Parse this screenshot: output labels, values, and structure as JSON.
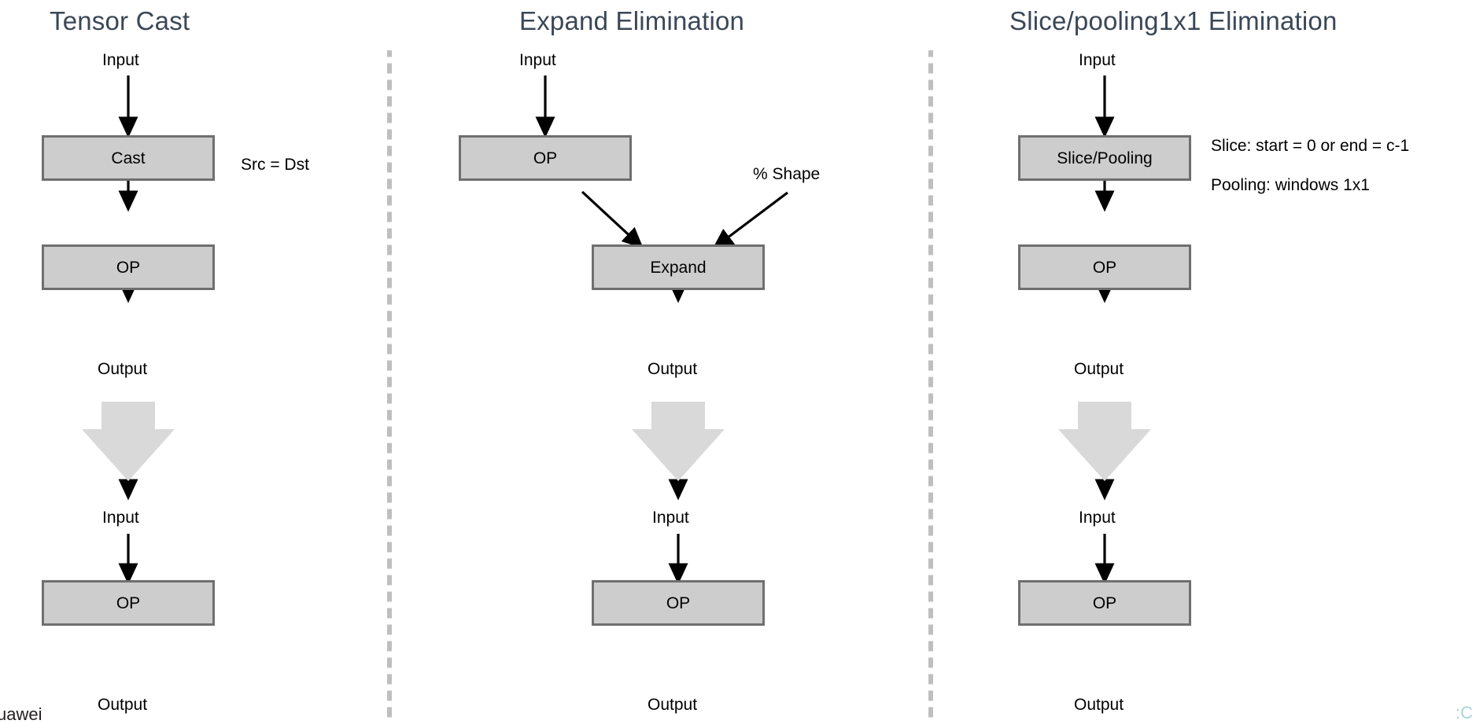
{
  "page": {
    "background": "#ffffff",
    "title_color": "#3b4757",
    "node_fill": "#cdcdcd",
    "node_stroke": "#6f6f6f",
    "arrow_color": "#000000",
    "big_arrow_color": "#d9d9d9",
    "divider_color": "#bfbfbf"
  },
  "columns": [
    {
      "title": "Tensor Cast",
      "before": {
        "input_label": "Input",
        "nodes": [
          "Cast",
          "OP"
        ],
        "output_label": "Output"
      },
      "note_lines": [
        "Src = Dst"
      ],
      "after": {
        "input_label": "Input",
        "nodes": [
          "OP"
        ],
        "output_label": "Output"
      }
    },
    {
      "title": "Expand Elimination",
      "before": {
        "input_label": "Input",
        "nodes": [
          "OP",
          "Expand"
        ],
        "side_input_label": "% Shape",
        "output_label": "Output"
      },
      "note_lines": [],
      "after": {
        "input_label": "Input",
        "nodes": [
          "OP"
        ],
        "output_label": "Output"
      }
    },
    {
      "title": "Slice/pooling1x1 Elimination",
      "before": {
        "input_label": "Input",
        "nodes": [
          "Slice/Pooling",
          "OP"
        ],
        "output_label": "Output"
      },
      "note_lines": [
        "Slice: start = 0 or end = c-1",
        "Pooling: windows 1x1"
      ],
      "after": {
        "input_label": "Input",
        "nodes": [
          "OP"
        ],
        "output_label": "Output"
      }
    }
  ],
  "watermarks": {
    "bottom_left": "uawei",
    "bottom_right": ":C"
  }
}
